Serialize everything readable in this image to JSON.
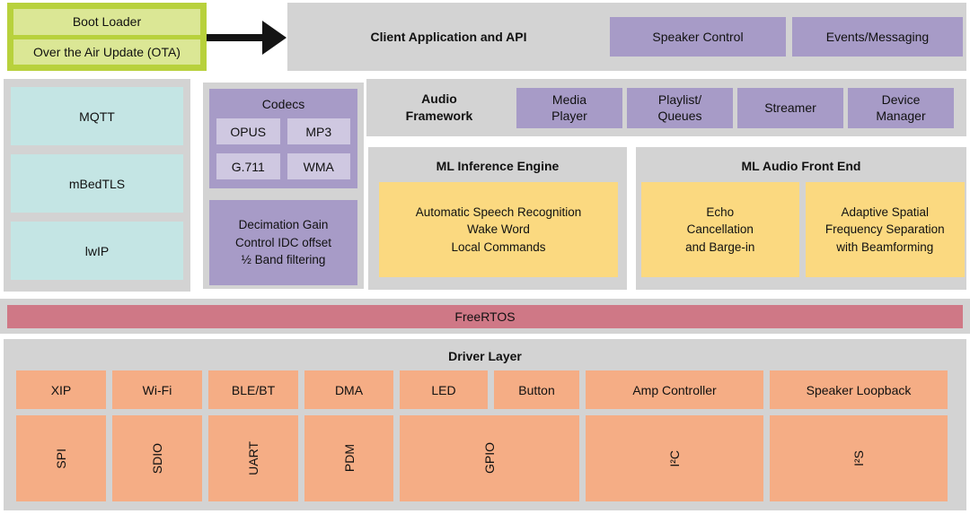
{
  "palette": {
    "container_gray": "#d3d3d3",
    "module_purple": "#a79bc7",
    "codec_light_purple": "#cfc8e1",
    "connectivity_teal": "#c4e5e4",
    "ml_yellow": "#fbd980",
    "driver_salmon": "#f5ad85",
    "rtos_rose": "#cf7886",
    "boot_frame_green": "#b8d13c",
    "boot_item_green": "#dbe795",
    "arrow_black": "#141414"
  },
  "boot": {
    "items": [
      "Boot Loader",
      "Over the Air Update (OTA)"
    ]
  },
  "client_app": {
    "title": "Client Application and API",
    "modules": [
      "Speaker Control",
      "Events/Messaging"
    ]
  },
  "connectivity": {
    "items": [
      "MQTT",
      "mBedTLS",
      "lwIP"
    ]
  },
  "audio_framework": {
    "title": "Audio\nFramework",
    "codecs": {
      "title": "Codecs",
      "items": [
        "OPUS",
        "MP3",
        "G.711",
        "WMA"
      ]
    },
    "decimation": "Decimation Gain\nControl IDC offset\n½ Band filtering",
    "modules": [
      "Media\nPlayer",
      "Playlist/\nQueues",
      "Streamer",
      "Device\nManager"
    ]
  },
  "ml_inference": {
    "title": "ML Inference Engine",
    "block": "Automatic Speech Recognition\nWake Word\nLocal Commands"
  },
  "ml_audio_front_end": {
    "title": "ML Audio Front End",
    "blocks": [
      "Echo\nCancellation\nand Barge-in",
      "Adaptive Spatial\nFrequency Separation\nwith Beamforming"
    ]
  },
  "rtos": {
    "label": "FreeRTOS"
  },
  "driver_layer": {
    "title": "Driver Layer",
    "row1": [
      "XIP",
      "Wi-Fi",
      "BLE/BT",
      "DMA",
      "LED",
      "Button",
      "Amp Controller",
      "Speaker Loopback"
    ],
    "row2": [
      "SPI",
      "SDIO",
      "UART",
      "PDM",
      "GPIO",
      "I²C",
      "I²S"
    ]
  }
}
